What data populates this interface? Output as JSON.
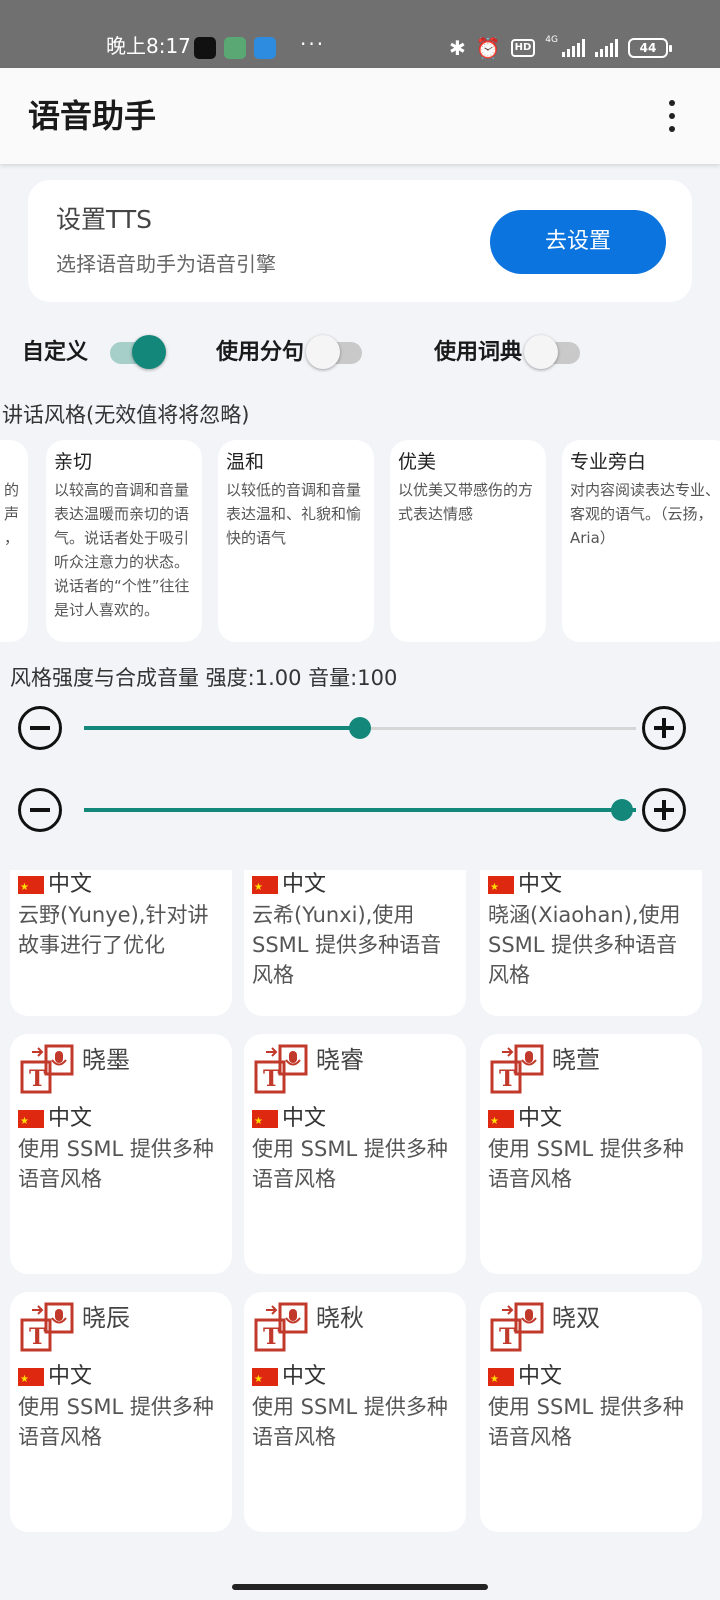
{
  "status_bar": {
    "time": "晚上8:17",
    "more": "···",
    "network": "4G",
    "hd": "HD",
    "battery": "44"
  },
  "app_bar": {
    "title": "语音助手"
  },
  "setup_card": {
    "title": "设置TTS",
    "subtitle": "选择语音助手为语音引擎",
    "button": "去设置"
  },
  "toggles": [
    {
      "label": "自定义",
      "on": true
    },
    {
      "label": "使用分句",
      "on": false
    },
    {
      "label": "使用词典",
      "on": false
    }
  ],
  "style_section_label": "讲话风格(无效值将将忽略)",
  "style_partial_left": "的\n声\n，",
  "styles": [
    {
      "name": "亲切",
      "desc": "以较高的音调和音量表达温暖而亲切的语气。说话者处于吸引听众注意力的状态。说话者的“个性”往往是讨人喜欢的。"
    },
    {
      "name": "温和",
      "desc": "以较低的音调和音量表达温和、礼貌和愉快的语气"
    },
    {
      "name": "优美",
      "desc": "以优美又带感伤的方式表达情感"
    },
    {
      "name": "专业旁白",
      "desc": "对内容阅读表达专业、客观的语气。（云扬，Aria）"
    }
  ],
  "strength_label": "风格强度与合成音量   强度:1.00 音量:100",
  "sliders": {
    "strength_fraction": 0.5,
    "volume_fraction": 1.0
  },
  "voices_partial": [
    {
      "lang": "中文",
      "desc": "云野(Yunye),针对讲故事进行了优化"
    },
    {
      "lang": "中文",
      "desc": "云希(Yunxi),使用 SSML 提供多种语音风格"
    },
    {
      "lang": "中文",
      "desc": "晓涵(Xiaohan),使用 SSML 提供多种语音风格"
    }
  ],
  "voices": [
    {
      "name": "晓墨",
      "lang": "中文",
      "desc": "使用 SSML 提供多种语音风格"
    },
    {
      "name": "晓睿",
      "lang": "中文",
      "desc": "使用 SSML 提供多种语音风格"
    },
    {
      "name": "晓萱",
      "lang": "中文",
      "desc": "使用 SSML 提供多种语音风格"
    },
    {
      "name": "晓辰",
      "lang": "中文",
      "desc": "使用 SSML 提供多种语音风格"
    },
    {
      "name": "晓秋",
      "lang": "中文",
      "desc": "使用 SSML 提供多种语音风格"
    },
    {
      "name": "晓双",
      "lang": "中文",
      "desc": "使用 SSML 提供多种语音风格"
    }
  ],
  "colors": {
    "accent": "#12877a",
    "button_blue": "#0b74de",
    "tts_icon": "#c0392b"
  }
}
